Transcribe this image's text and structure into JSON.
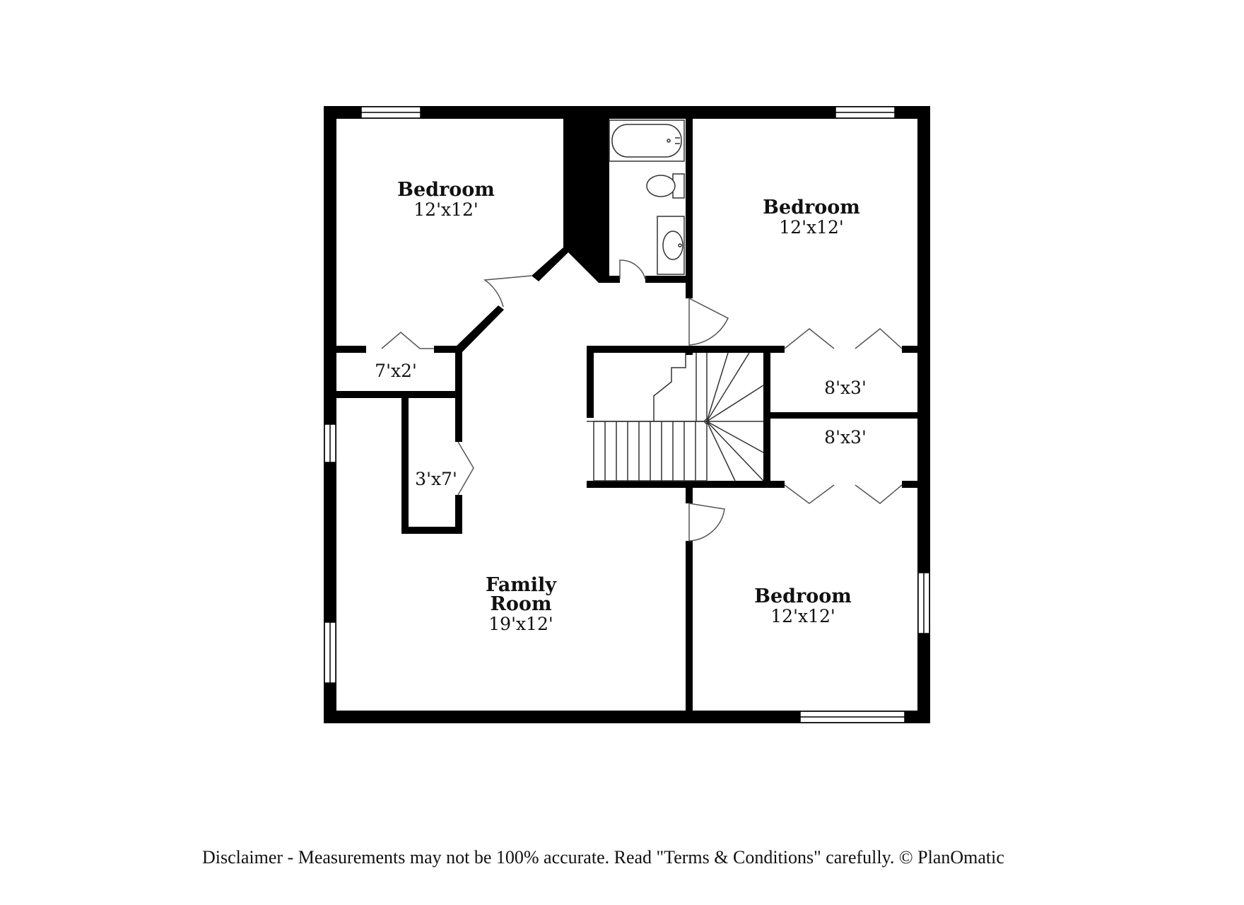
{
  "rooms": {
    "bedroom_nw": {
      "name": "Bedroom",
      "size": "12'x12'"
    },
    "bedroom_ne": {
      "name": "Bedroom",
      "size": "12'x12'"
    },
    "bedroom_se": {
      "name": "Bedroom",
      "size": "12'x12'"
    },
    "family_room": {
      "name_line1": "Family",
      "name_line2": "Room",
      "size": "19'x12'"
    },
    "closet_7x2": {
      "size": "7'x2'"
    },
    "closet_3x7": {
      "size": "3'x7'"
    },
    "closet_8x3_upper": {
      "size": "8'x3'"
    },
    "closet_8x3_lower": {
      "size": "8'x3'"
    }
  },
  "disclaimer": "Disclaimer - Measurements may not be 100% accurate. Read \"Terms & Conditions\" carefully. © PlanOmatic"
}
